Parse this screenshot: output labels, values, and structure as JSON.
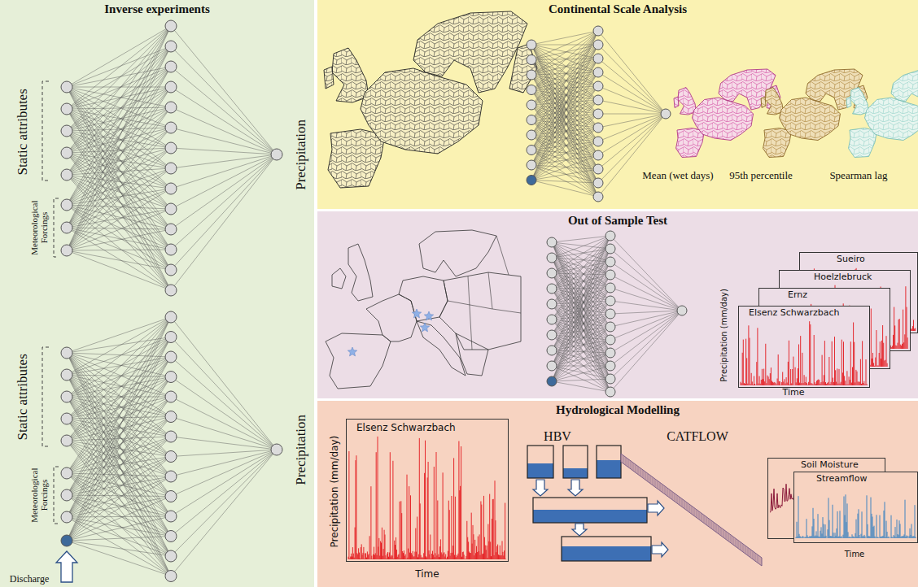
{
  "diagram": {
    "nodes": [
      {
        "text": [
          "Inverse experiments"
        ]
      },
      {
        "text": [
          "Continental Scale Analysis"
        ]
      },
      {
        "text": [
          "Out of Sample Test"
        ]
      },
      {
        "text": [
          "Sueiro"
        ],
        "in": 2
      },
      {
        "text": [
          "Hoelzlebruck"
        ],
        "in": 2
      },
      {
        "text": [
          "Ernz"
        ],
        "in": 2
      },
      {
        "text": [
          "Elsenz Schwarzbach"
        ],
        "in": 2
      },
      {
        "text": [
          "Hydrological Modelling"
        ]
      },
      {
        "text": [
          "Elsenz Schwarzbach"
        ],
        "in": 7
      },
      {
        "text": [
          "Soil Moisture"
        ],
        "in": 7
      },
      {
        "text": [
          "Streamflow"
        ],
        "in": 7
      }
    ],
    "labels": [
      "Static attributes",
      "Meteorological Forcings",
      "Precipitation",
      "Static attributes",
      "Meteorological Forcings",
      "Precipitation",
      "Discharge",
      "Mean (wet days)",
      "95th percentile",
      "Spearman lag",
      "Precipitation (mm/day)",
      "Time",
      "Precipitation (mm/day)",
      "Time",
      "HBV",
      "CATFLOW",
      "Time"
    ]
  }
}
